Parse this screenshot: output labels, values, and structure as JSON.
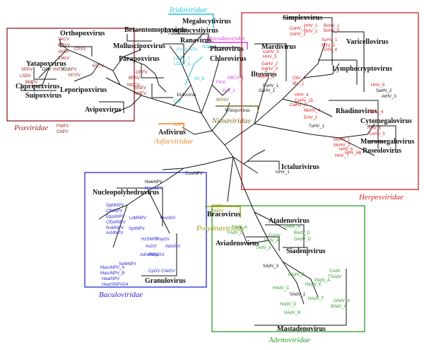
{
  "colors": {
    "poxviridae": "#9b1c1c",
    "herpesviridae": "#d42020",
    "iridoviridae": "#22c2d6",
    "phycodnaviridae": "#d13bd1",
    "nimaviridae": "#7a6a1a",
    "asfarviridae": "#f08a2c",
    "polydnaviridae": "#a09a10",
    "baculoviridae": "#2a2ad0",
    "adenoviridae": "#2a9a2a",
    "branch": "#111111"
  },
  "families": {
    "poxviridae": "Poxviridae",
    "iridoviridae": "Iridoviridae",
    "phycodnaviridae": "Phycodnaviridae",
    "nimaviridae": "Nimaviridae",
    "asfarviridae": "Asfarviridae",
    "herpesviridae": "Herpesviridae",
    "polydnaviridae": "Polydnaviridae",
    "baculoviridae": "Baculoviridae",
    "adenoviridae": "Adenoviridae"
  },
  "genera": {
    "orthopoxvirus": "Orthopoxvirus",
    "betaentomopoxvirus": "Betaentomopoxvirus",
    "molluscipoxvirus": "Molluscipoxvirus",
    "parapoxvirus": "Parapoxvirus",
    "yatapoxvirus": "Yatapoxvirus",
    "capripoxvirus": "Capripoxvirus",
    "suipoxvirus": "Suipoxvirus",
    "leporipoxvirus": "Leporipoxvirus",
    "avipoxvirus": "Avipoxvirus",
    "megalocytivirus": "Megalocytivirus",
    "lymphocystivirus": "Lymphocystivirus",
    "ranavirus": "Ranavirus",
    "iridovirus": "Iridovirus",
    "phaeovirus": "Phaeovirus",
    "chlorovirus": "Chlorovirus",
    "whispovirus": "Whispovirus",
    "asfivirus": "Asfivirus",
    "simplexvirus": "Simplexvirus",
    "varicellovirus": "Varicellovirus",
    "mardivirus": "Mardivirus",
    "iltovirus": "Iltovirus",
    "lymphocryptovirus": "Lymphocryptovirus",
    "rhadinovirus": "Rhadinovirus",
    "cytomegalovirus": "Cytomegalovirus",
    "muromegalovirus": "Muromegalovirus",
    "roseolovirus": "Roseolovirus",
    "ictalurivirus": "Ictalurivirus",
    "nucleopolyhedrovirus": "Nucleopolyhedrovirus",
    "granulovirus": "Granulovirus",
    "bracovirus": "Bracovirus",
    "atadenovirus": "Atadenovirus",
    "aviadenovirus": "Aviadenovirus",
    "siadenovirus": "Siadenovirus",
    "mastadenovirus": "Mastadenovirus"
  },
  "taxa": {
    "pox": [
      "VACV",
      "MPXV",
      "CPXV",
      "VARV",
      "CMLV",
      "ECTV",
      "SPPV",
      "LSDV",
      "DPV",
      "YMTV",
      "YDV",
      "SFV",
      "MYXV",
      "BMPV",
      "FWPV",
      "CNPV",
      "ORFV",
      "BPSV",
      "MOCV",
      "MSEV",
      "AMEV"
    ],
    "irido": [
      "FV_3",
      "ATV",
      "SGIV",
      "LCDV_1",
      "LCDV_C",
      "IIV_6",
      "CIV"
    ],
    "phycodna": [
      "EsV_1",
      "FirrV",
      "PBCV_1"
    ],
    "nima": [
      "WSSV"
    ],
    "asfar": [
      "ASFV"
    ],
    "herpes": [
      "HHV_1",
      "HHV_2",
      "CeHV_1",
      "CeHV_2",
      "BoHV_1",
      "BoHV_5",
      "SuHV_1",
      "EHV_1",
      "EHV_4",
      "CeHV_9",
      "HHV_3",
      "GaHV_2",
      "GaHV_3",
      "MeHV_1",
      "PsHV_1",
      "GaHV_1",
      "CbV_1",
      "IBV_1",
      "HHV_4",
      "CeHV_15",
      "CalHV_3",
      "HHV_8",
      "SaHV_2",
      "AtHV_3",
      "BoHV_4",
      "MuHV_4",
      "EHV_2",
      "TuHV_1",
      "HHV_5",
      "CeHV_5",
      "MuHV_1",
      "MuHV_2",
      "HHV_6",
      "HHV_7",
      "HHV_6B",
      "IcHV_1"
    ],
    "baculo": [
      "CuniNPV",
      "NeleNPV",
      "NeseNPV",
      "OpMNPV",
      "CfMNPV",
      "EppoNPV",
      "CfDefNPV",
      "RoMNPV",
      "AcMNPV",
      "SpltNPV",
      "LdMNPV",
      "HzSNPV",
      "SeMNPV",
      "MacoNPV_A",
      "MacoNPV_B",
      "HearNPV",
      "HearSNPVG4",
      "AdhoNPV",
      "XecnGV",
      "PlxyGV",
      "AdorGV",
      "PhopGV",
      "CpGV",
      "CrleGV",
      "AsGV"
    ],
    "polydna": [
      "CcBV",
      "MdBV"
    ],
    "adeno": [
      "FAdV_A",
      "FAdV_D",
      "DAdV_A",
      "BAdV_D",
      "OAdV_D",
      "FrAdV",
      "TAdV_A",
      "TAdV_3",
      "SAdV_3",
      "BAdV_B",
      "CAdV",
      "TSAdV",
      "HAdV_C",
      "HAdV_E",
      "HAdV_F",
      "SAdV_1",
      "HAdV_D",
      "HAdV_B",
      "OAdV_A",
      "BAdV_A",
      "PAdV_A"
    ]
  }
}
